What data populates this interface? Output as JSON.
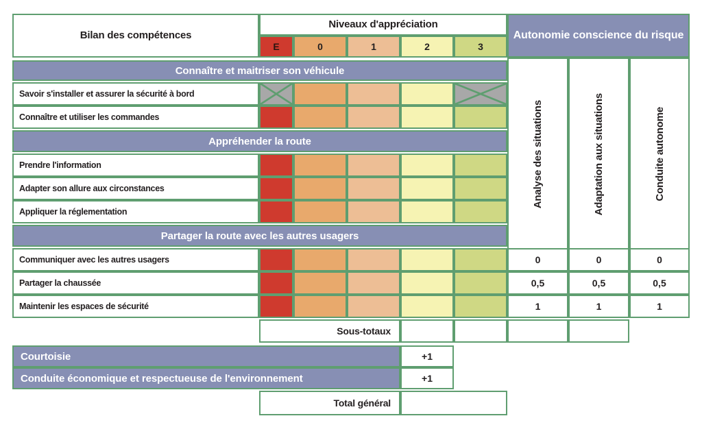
{
  "header": {
    "skills_title": "Bilan des compétences",
    "levels_title": "Niveaux d'appréciation",
    "autonomy_title": "Autonomie conscience du risque",
    "levels": [
      "E",
      "0",
      "1",
      "2",
      "3"
    ]
  },
  "autonomy_columns": [
    "Analyse des situations",
    "Adaptation aux situations",
    "Conduite autonome"
  ],
  "sections": [
    {
      "title": "Connaître et maitriser son véhicule",
      "rows": [
        {
          "label": "Savoir s'installer et assurer la sécurité à bord",
          "cells": [
            "na",
            "0",
            "1",
            "2",
            "na"
          ],
          "scores": [
            "",
            "",
            ""
          ]
        },
        {
          "label": "Connaître et utiliser les commandes",
          "cells": [
            "e",
            "0",
            "1",
            "2",
            "3"
          ],
          "scores": [
            "",
            "",
            ""
          ]
        }
      ]
    },
    {
      "title": "Appréhender la route",
      "rows": [
        {
          "label": "Prendre l'information",
          "cells": [
            "e",
            "0",
            "1",
            "2",
            "3"
          ],
          "scores": [
            "",
            "",
            ""
          ]
        },
        {
          "label": "Adapter son allure aux circonstances",
          "cells": [
            "e",
            "0",
            "1",
            "2",
            "3"
          ],
          "scores": [
            "",
            "",
            ""
          ]
        },
        {
          "label": "Appliquer la réglementation",
          "cells": [
            "e",
            "0",
            "1",
            "2",
            "3"
          ],
          "scores": [
            "",
            "",
            ""
          ]
        }
      ]
    },
    {
      "title": "Partager la route avec les autres usagers",
      "rows": [
        {
          "label": "Communiquer avec les autres usagers",
          "cells": [
            "e",
            "0",
            "1",
            "2",
            "3"
          ],
          "scores": [
            "0",
            "0",
            "0"
          ]
        },
        {
          "label": "Partager la chaussée",
          "cells": [
            "e",
            "0",
            "1",
            "2",
            "3"
          ],
          "scores": [
            "0,5",
            "0,5",
            "0,5"
          ]
        },
        {
          "label": "Maintenir les espaces de sécurité",
          "cells": [
            "e",
            "0",
            "1",
            "2",
            "3"
          ],
          "scores": [
            "1",
            "1",
            "1"
          ]
        }
      ]
    }
  ],
  "footer": {
    "subtotals_label": "Sous-totaux",
    "subtotal_values": [
      "",
      "",
      "",
      ""
    ],
    "bonus_rows": [
      {
        "label": "Courtoisie",
        "value": "+1"
      },
      {
        "label": "Conduite économique et respectueuse de l'environnement",
        "value": "+1"
      }
    ],
    "total_label": "Total général",
    "total_value": ""
  },
  "colors": {
    "border": "#5f9e70",
    "band": "#878fb4",
    "level_e": "#cf3a2e",
    "level_0": "#e8a96c",
    "level_1": "#edbe95",
    "level_2": "#f6f3b3",
    "level_3": "#cfd884",
    "not_applicable": "#a8a8a8"
  }
}
